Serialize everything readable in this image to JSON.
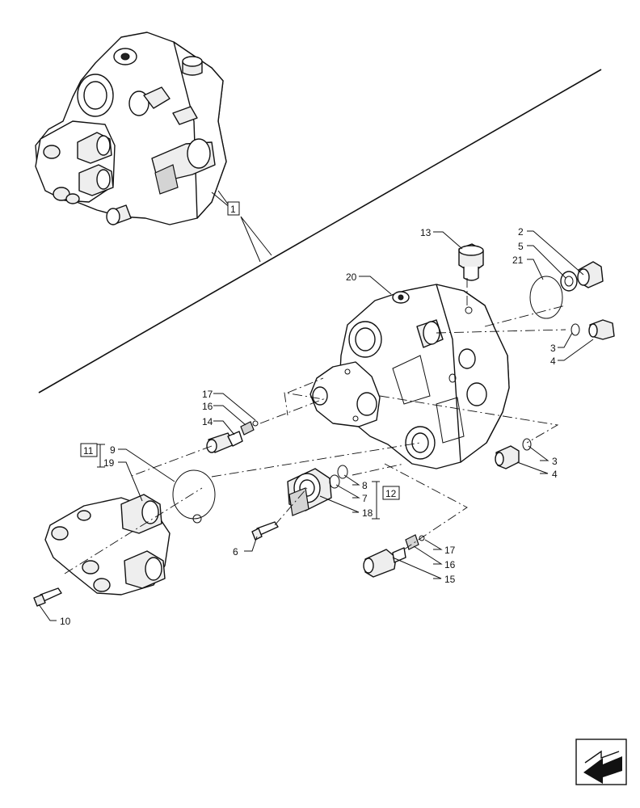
{
  "callouts": {
    "c1": "1",
    "c2": "2",
    "c3a": "3",
    "c3b": "3",
    "c4a": "4",
    "c4b": "4",
    "c5": "5",
    "c6": "6",
    "c7": "7",
    "c8": "8",
    "c9": "9",
    "c10": "10",
    "c11": "11",
    "c12": "12",
    "c13": "13",
    "c14": "14",
    "c15": "15",
    "c16a": "16",
    "c16b": "16",
    "c17a": "17",
    "c17b": "17",
    "c18": "18",
    "c19": "19",
    "c20": "20",
    "c21": "21"
  },
  "nav_icon": "page-navigation-arrow-icon"
}
